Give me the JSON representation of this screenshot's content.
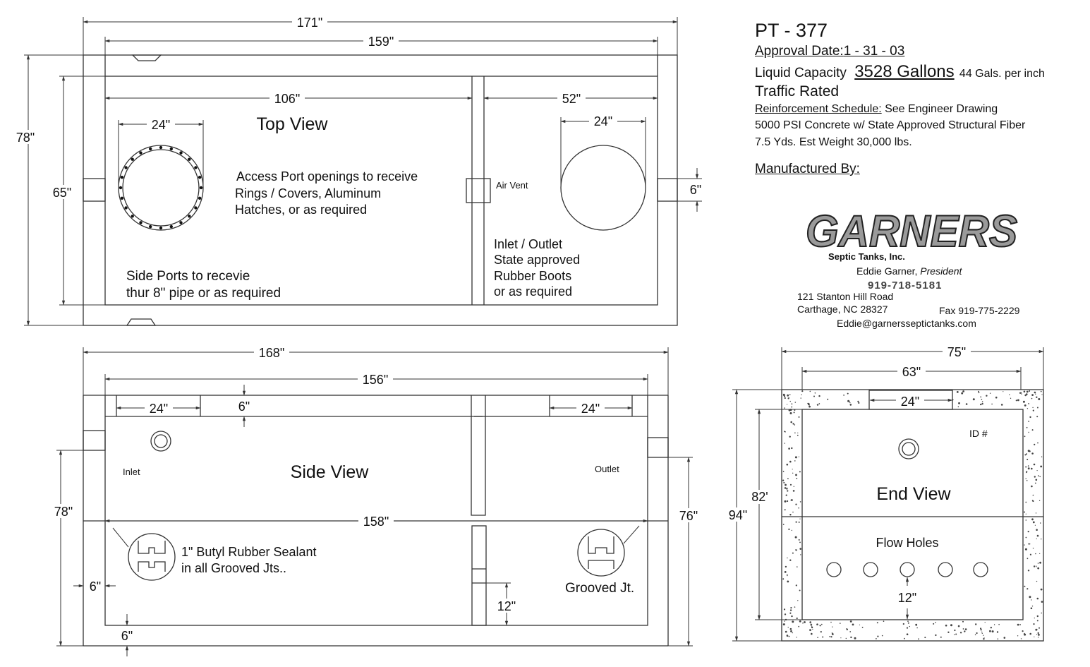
{
  "spec": {
    "model": "PT - 377",
    "approval_label": "Approval Date:",
    "approval_date": "1 - 31 - 03",
    "capacity_label": "Liquid Capacity",
    "capacity_value": "3528 Gallons",
    "capacity_rate": "44 Gals. per inch",
    "traffic": "Traffic Rated",
    "reinf_label": "Reinforcement Schedule:",
    "reinf_value": "See Engineer Drawing",
    "concrete": "5000 PSI Concrete w/ State Approved Structural Fiber",
    "weight": "7.5 Yds.  Est Weight 30,000 lbs.",
    "manufactured_by": "Manufactured By:"
  },
  "company": {
    "name": "GARNERS",
    "subtitle": "Septic Tanks, Inc.",
    "president": "Eddie Garner,",
    "president_title": "President",
    "phone": "919-718-5181",
    "address1": "121 Stanton Hill Road",
    "address2": "Carthage, NC 28327",
    "fax": "Fax 919-775-2229",
    "email": "Eddie@garnersseptictanks.com"
  },
  "top_view": {
    "title": "Top View",
    "dim_171": "171\"",
    "dim_159": "159\"",
    "dim_106": "106\"",
    "dim_52": "52\"",
    "dim_78": "78\"",
    "dim_65": "65\"",
    "dim_24a": "24\"",
    "dim_24b": "24\"",
    "dim_6": "6\"",
    "air_vent": "Air Vent",
    "access_note": [
      "Access Port openings to receive",
      "Rings / Covers, Aluminum",
      "Hatches, or as required"
    ],
    "side_ports_note": [
      "Side Ports to recevie",
      "thur 8\" pipe or as required"
    ],
    "inlet_note": [
      "Inlet / Outlet",
      "State approved",
      "Rubber Boots",
      "or as required"
    ]
  },
  "side_view": {
    "title": "Side View",
    "dim_168": "168\"",
    "dim_156": "156\"",
    "dim_158": "158\"",
    "dim_24a": "24\"",
    "dim_24b": "24\"",
    "dim_6top": "6\"",
    "dim_78": "78\"",
    "dim_76": "76\"",
    "dim_6left": "6\"",
    "dim_6bottom": "6\"",
    "dim_12": "12\"",
    "inlet": "Inlet",
    "outlet": "Outlet",
    "sealant_note": [
      "1\" Butyl Rubber Sealant",
      "in all Grooved Jts.."
    ],
    "grooved": "Grooved Jt."
  },
  "end_view": {
    "title": "End View",
    "dim_75": "75\"",
    "dim_63": "63\"",
    "dim_24": "24\"",
    "dim_82": "82'",
    "dim_94": "94\"",
    "dim_12": "12\"",
    "id": "ID #",
    "flow_holes": "Flow Holes"
  }
}
